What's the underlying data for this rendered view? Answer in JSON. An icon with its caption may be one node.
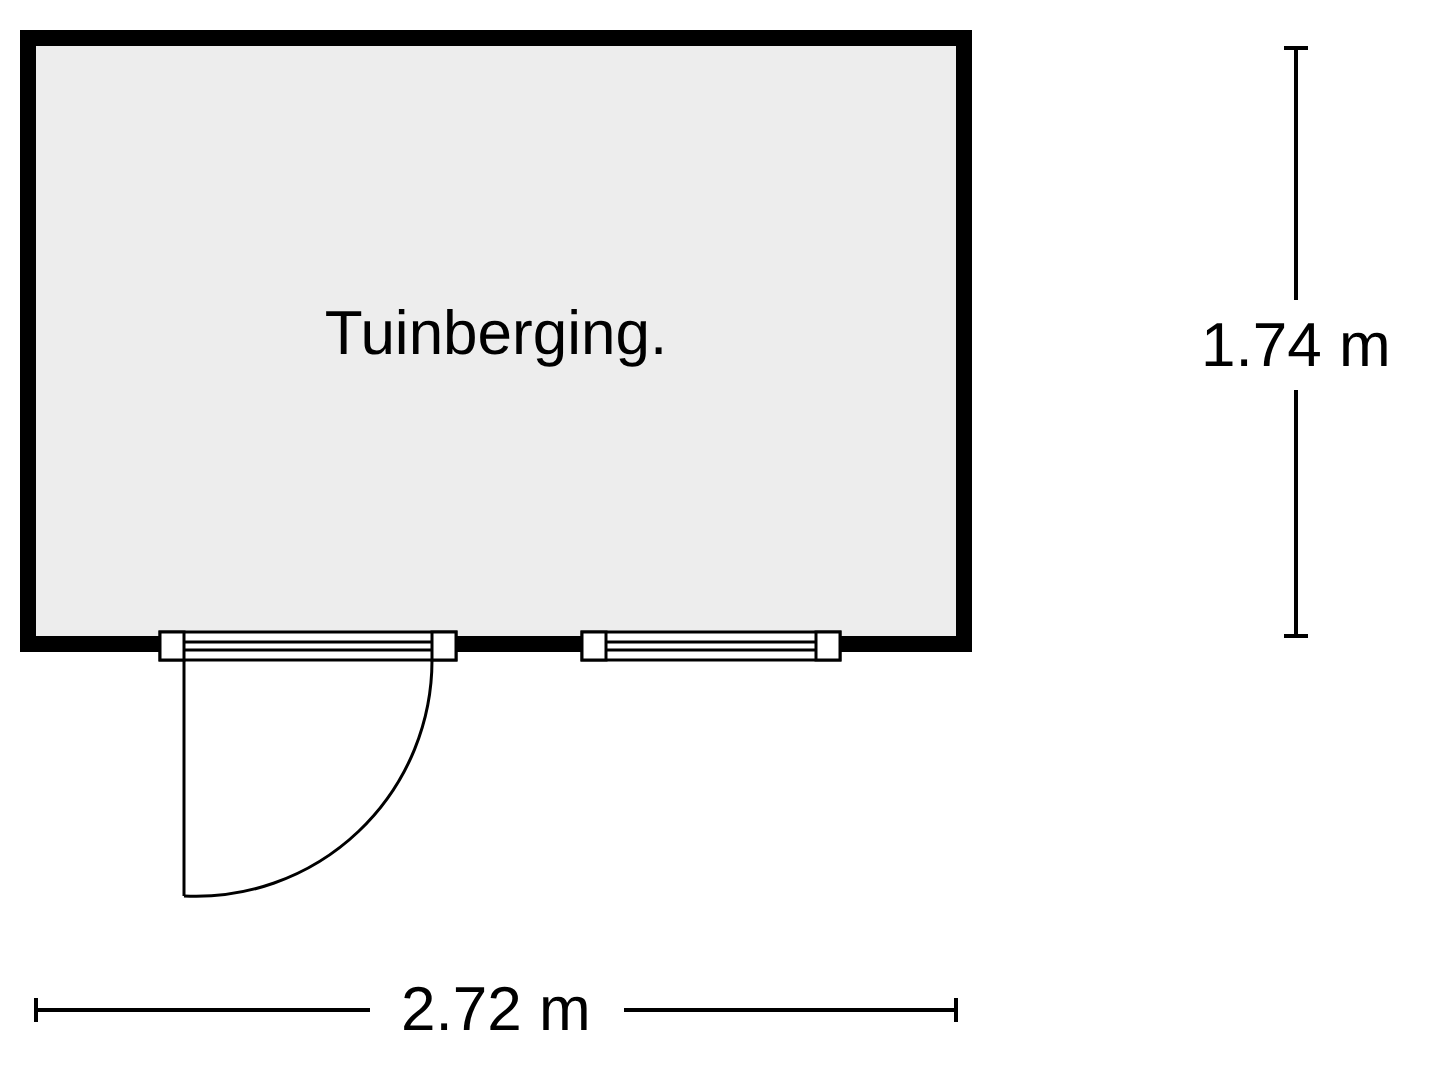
{
  "diagram": {
    "nodes": [
      {
        "text": [
          "Tuinberging."
        ]
      }
    ],
    "labels": [
      "1.74 m",
      "2.72 m"
    ]
  }
}
